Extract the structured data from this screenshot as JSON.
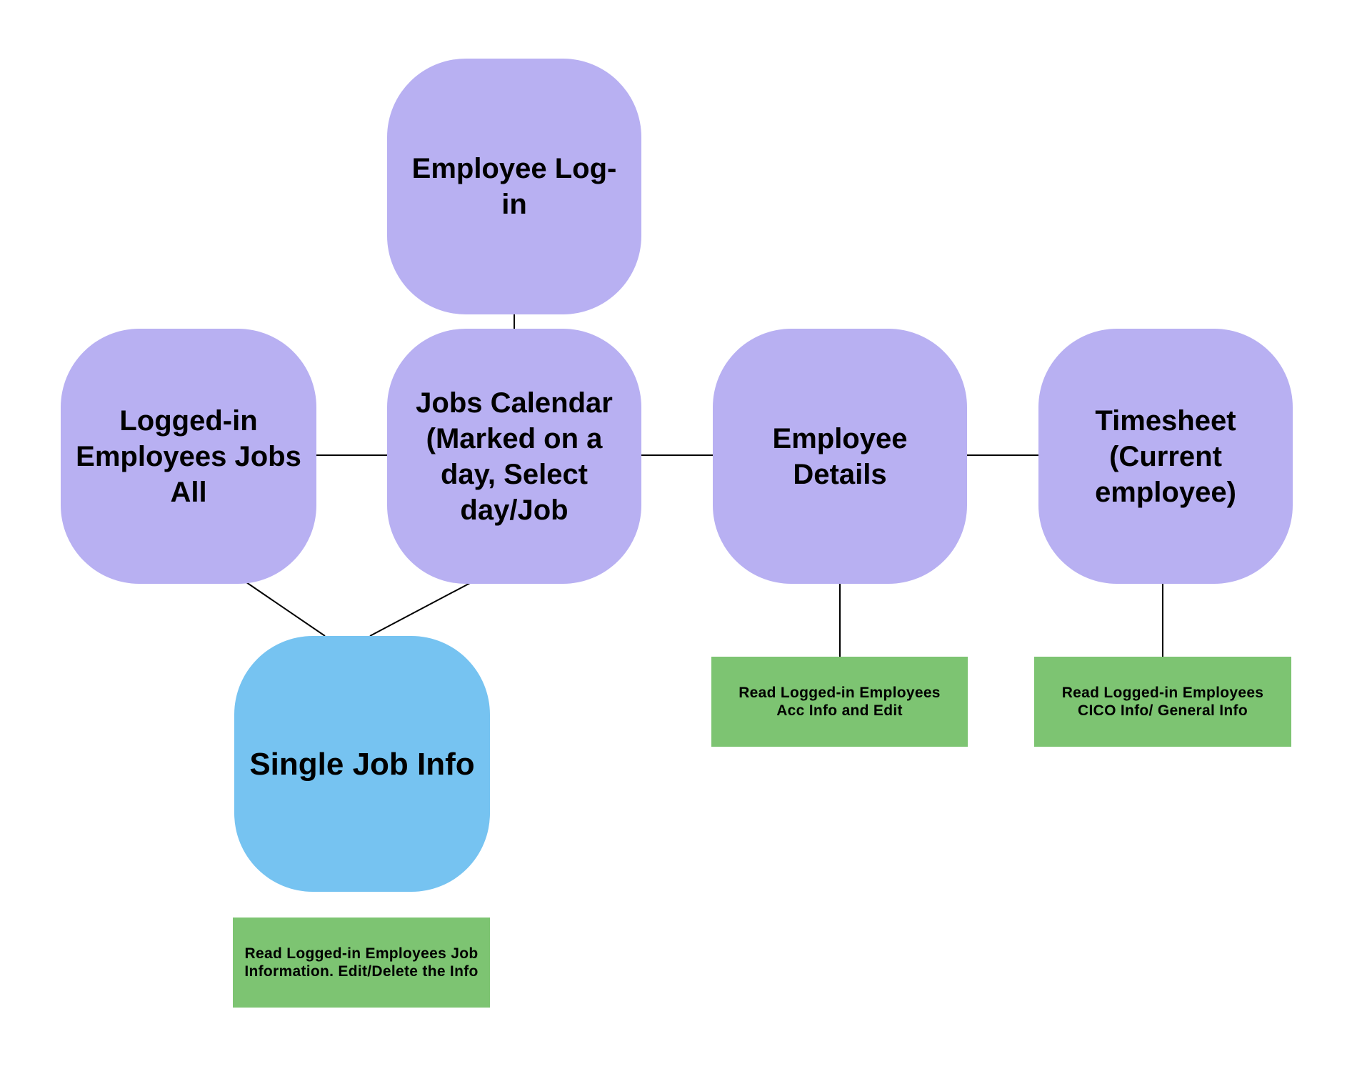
{
  "colors": {
    "screen_node": "#b8b0f2",
    "detail_node": "#76c3f1",
    "note": "#7dc472",
    "connector": "#000000"
  },
  "nodes": {
    "employee_login": "Employee Log-in",
    "jobs_all": "Logged-in Employees Jobs All",
    "jobs_calendar": "Jobs Calendar (Marked on a day, Select day/Job",
    "employee_details": "Employee Details",
    "timesheet": "Timesheet (Current employee)",
    "single_job_info": "Single Job Info"
  },
  "notes": {
    "employee_details": "Read Logged-in Employees Acc Info and Edit",
    "timesheet": "Read Logged-in Employees CICO Info/ General Info",
    "single_job_info": "Read Logged-in Employees Job Information. Edit/Delete the Info"
  }
}
